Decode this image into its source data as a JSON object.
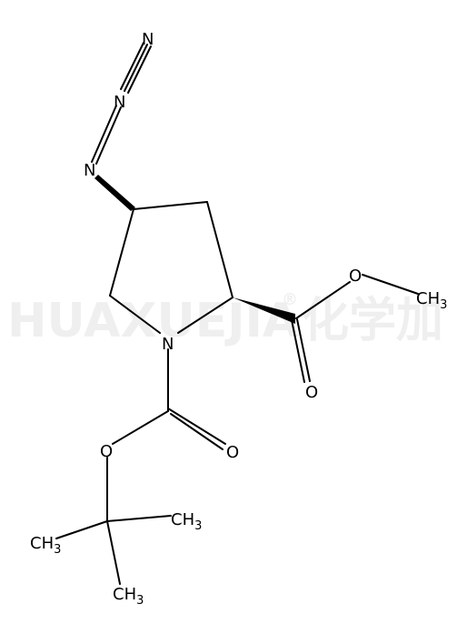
{
  "watermark": {
    "latin": "HUAXUEJIA",
    "registered": "®",
    "cjk": "化学加"
  },
  "atoms": {
    "n_terminal": "N",
    "n_middle": "N",
    "n_attached": "N",
    "n_ring": "N",
    "o_ester_single": "O",
    "o_ester_double": "O",
    "o_boc_single": "O",
    "o_boc_double": "O",
    "methyl_ester": {
      "main": "CH",
      "sub": "3"
    },
    "tbu_methyl_right": {
      "main": "CH",
      "sub": "3"
    },
    "tbu_methyl_left": {
      "main": "CH",
      "sub": "3"
    },
    "tbu_methyl_bottom": {
      "main": "CH",
      "sub": "3"
    }
  },
  "colors": {
    "ink": "#000000",
    "watermark": "#efefef",
    "background": "#ffffff"
  }
}
